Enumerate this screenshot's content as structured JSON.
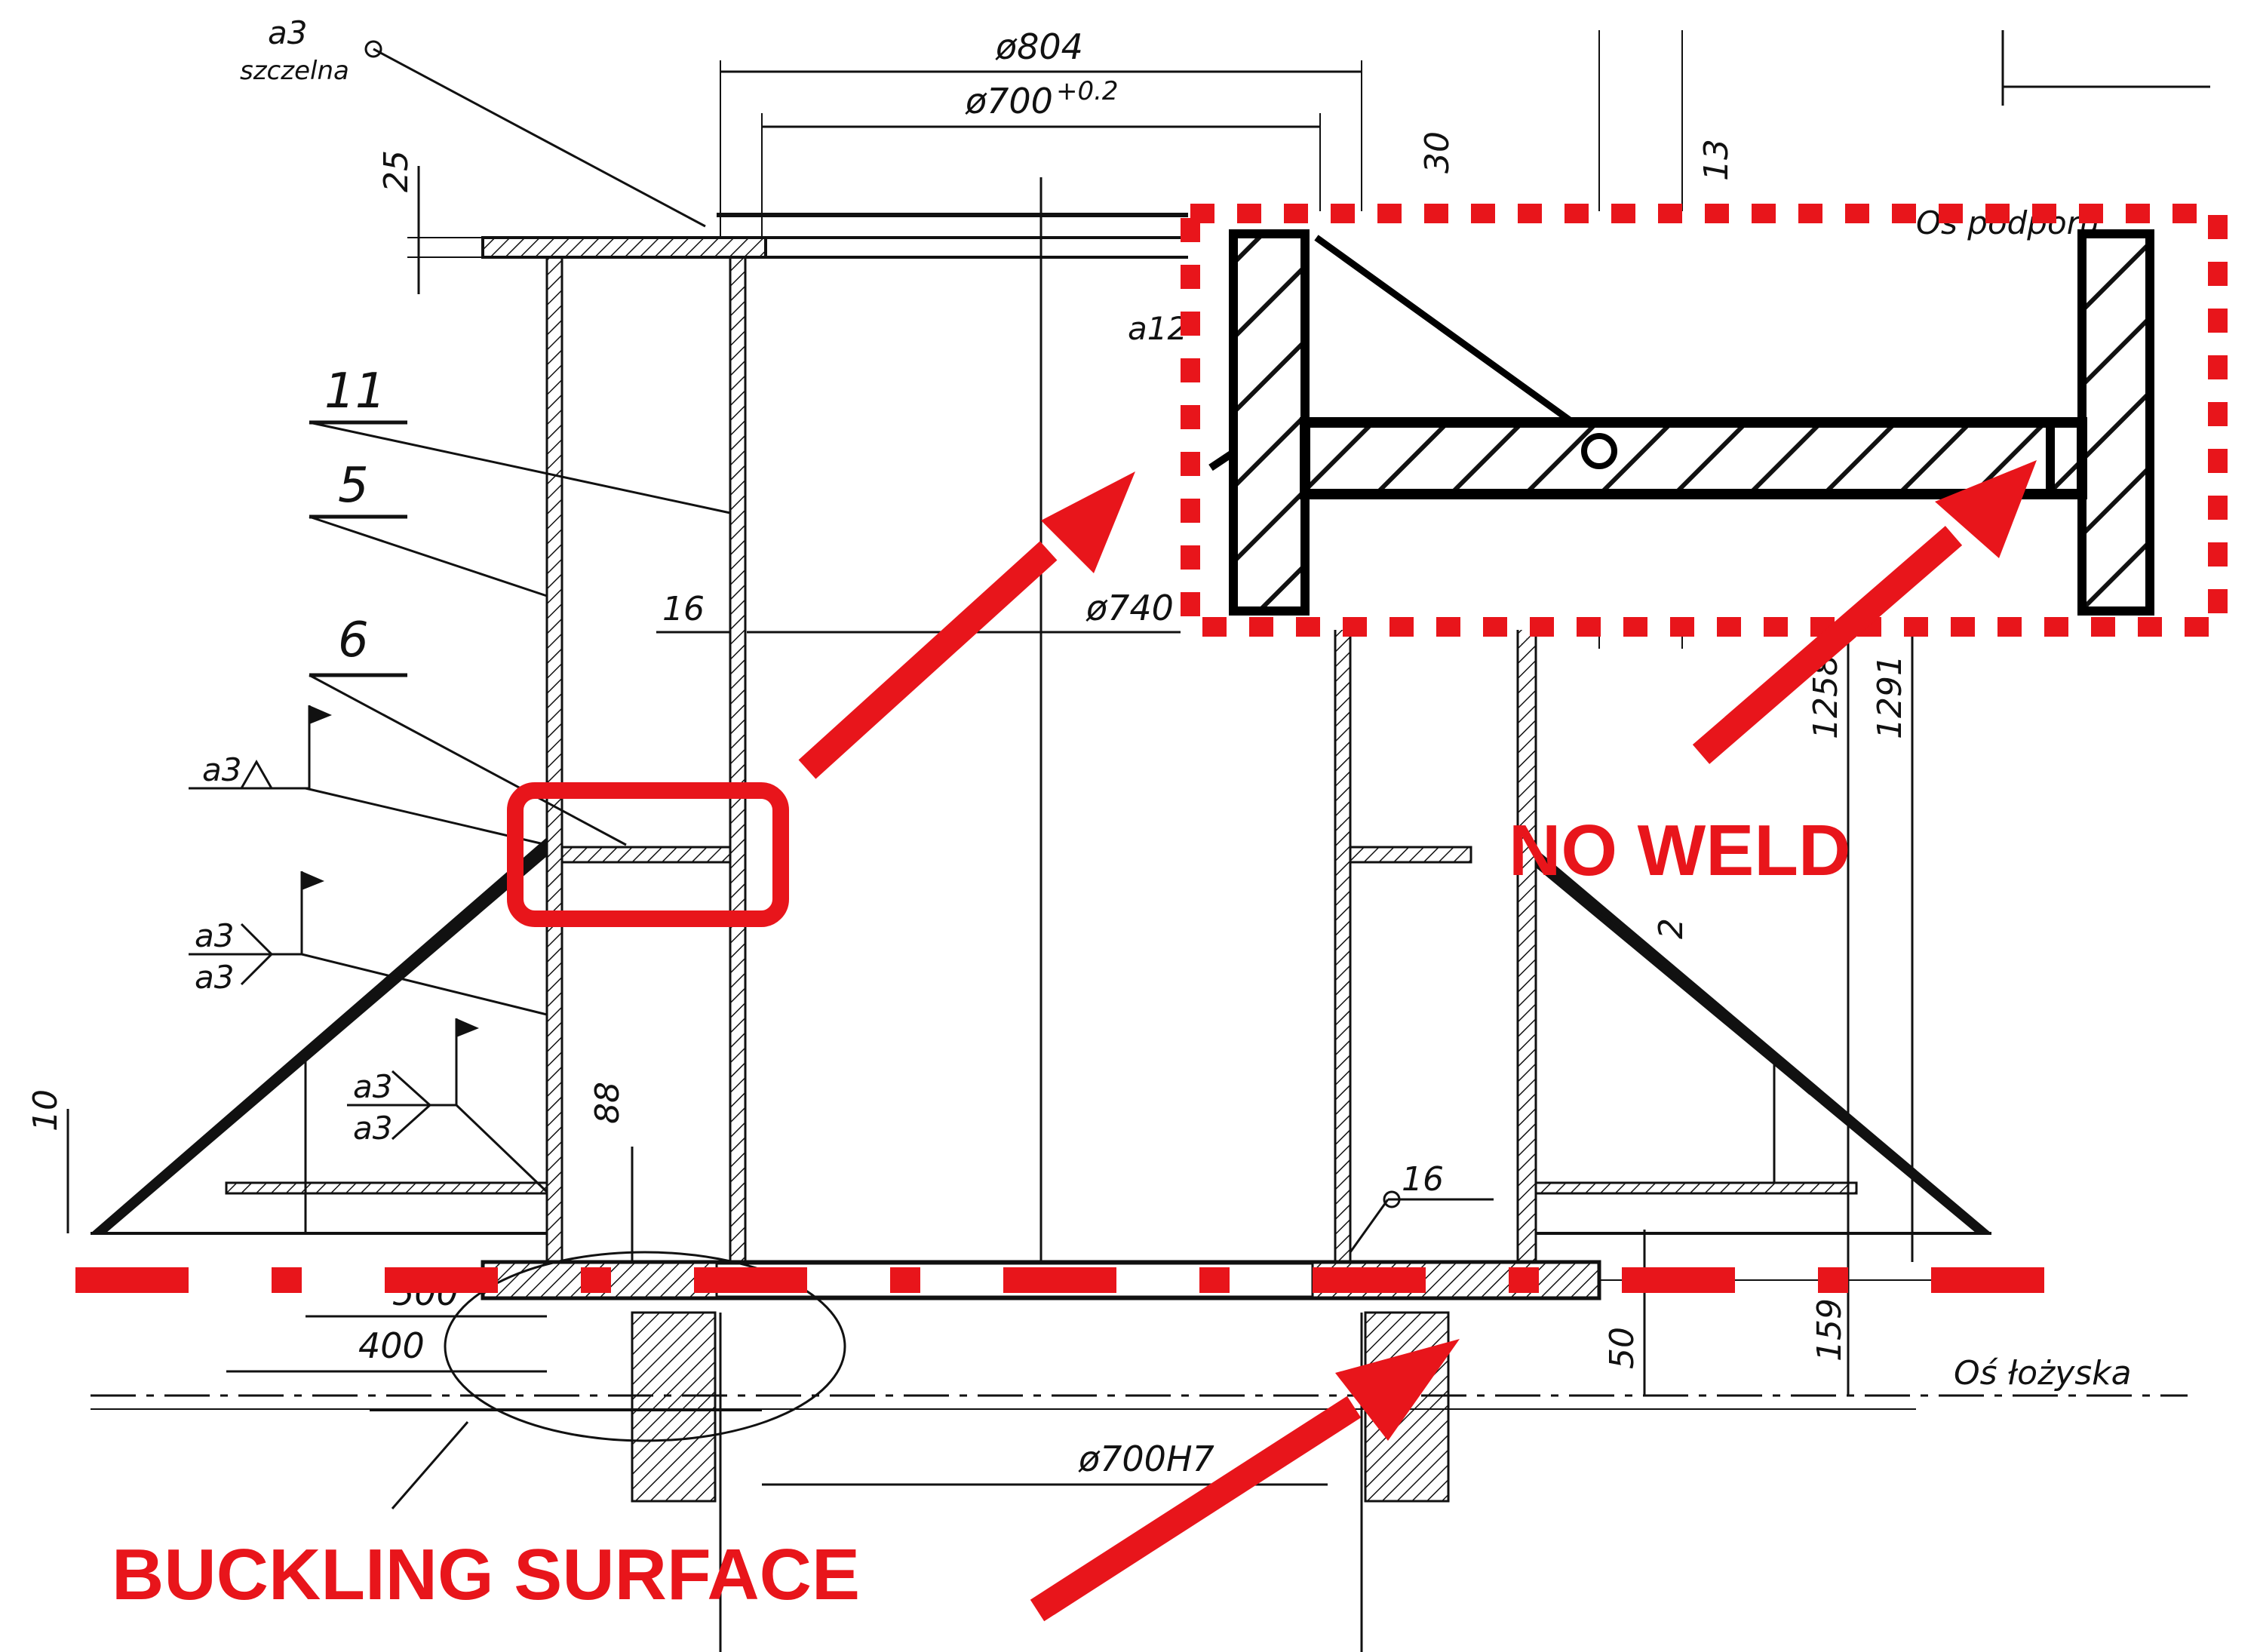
{
  "colors": {
    "annotation_red": "#e8151b",
    "line_black": "#111111",
    "background": "#ffffff"
  },
  "dimensions": {
    "d804": "ø804",
    "d700_tol": "ø700",
    "d700_tol_sup": "+0.2",
    "d740": "ø740",
    "d700h7": "ø700H7",
    "v25": "25",
    "v30": "30",
    "v13": "13",
    "v16_wall": "16",
    "v16_weld": "16",
    "v10": "10",
    "v88": "88",
    "v400": "400",
    "v500": "500",
    "v50": "50",
    "v159": "159",
    "v1258": "1258",
    "v1291": "1291",
    "v2": "2"
  },
  "part_numbers": {
    "p11": "11",
    "p5": "5",
    "p6": "6"
  },
  "weld_symbols": {
    "a3_top": "a3",
    "szczelna": "szczelna",
    "a3_left": "a3",
    "a3_pair1_top": "a3",
    "a3_pair1_bottom": "a3",
    "a3_pair2_top": "a3",
    "a3_pair2_bottom": "a3",
    "a12": "a12"
  },
  "axis_labels": {
    "bearing_axis": "Oś łożyska",
    "top_axis_partial": "Oś podporu"
  },
  "annotations": {
    "no_weld": "NO WELD",
    "buckling_surface": "BUCKLING SURFACE"
  }
}
